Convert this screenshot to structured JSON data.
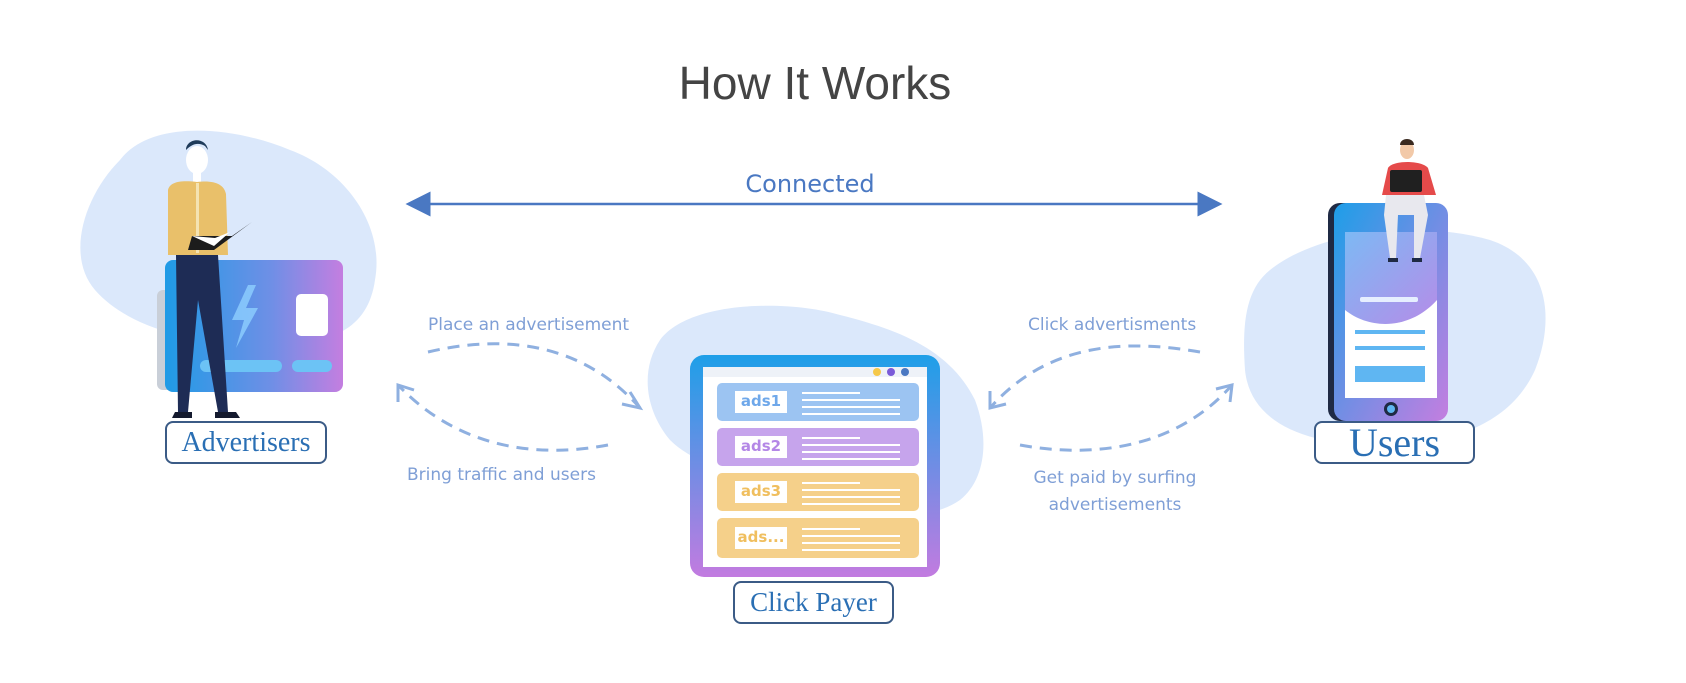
{
  "title": "How It Works",
  "connection": {
    "label": "Connected"
  },
  "flows": {
    "place_ad": "Place an advertisement",
    "bring_traffic": "Bring traffic and users",
    "click_ads": "Click advertisments",
    "get_paid_line1": "Get paid by surfing",
    "get_paid_line2": "advertisements"
  },
  "nodes": {
    "advertisers": "Advertisers",
    "click_payer": "Click Payer",
    "users": "Users"
  },
  "ads": [
    "ads1",
    "ads2",
    "ads3",
    "ads..."
  ],
  "colors": {
    "title": "#444444",
    "accent_blue": "#4a78c2",
    "flow_text": "#7f9fd6",
    "blob": "#dbe8fb",
    "card_gradient_start": "#2aa0e8",
    "card_gradient_end": "#c47ee0",
    "ad_blue": "#9cc4f2",
    "ad_purple": "#c6a4ec",
    "ad_yellow": "#f5d08a",
    "label_border": "#3b5b86",
    "label_text": "#2a6fb4"
  },
  "icons": [
    "advertiser-person-icon",
    "credit-card-icon",
    "browser-window-icon",
    "smartphone-icon",
    "user-with-laptop-icon"
  ]
}
